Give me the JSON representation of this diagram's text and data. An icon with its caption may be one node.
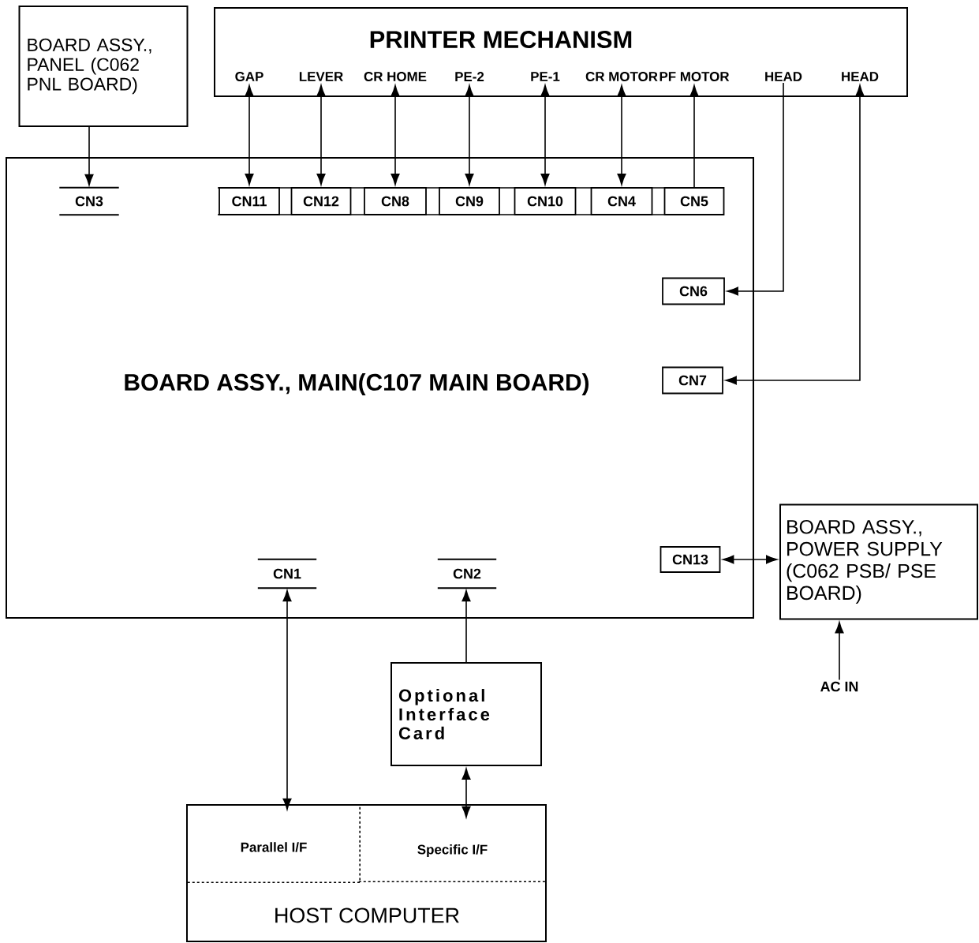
{
  "diagram": {
    "nodes": [
      {
        "text": [
          "BOARD ASSY., PANEL (C062 PNL BOARD)"
        ]
      },
      {
        "text": [
          "PRINTER MECHANISM"
        ]
      },
      {
        "text": [
          "GAP"
        ],
        "in": 1
      },
      {
        "text": [
          "LEVER"
        ],
        "in": 1
      },
      {
        "text": [
          "CR HOME"
        ],
        "in": 1
      },
      {
        "text": [
          "PE-2"
        ],
        "in": 1
      },
      {
        "text": [
          "PE-1"
        ],
        "in": 1
      },
      {
        "text": [
          "CR MOTOR"
        ],
        "in": 1
      },
      {
        "text": [
          "PF MOTOR"
        ],
        "in": 1
      },
      {
        "text": [
          "HEAD"
        ],
        "in": 1
      },
      {
        "text": [
          "HEAD"
        ],
        "in": 1
      },
      {
        "text": [
          "BOARD ASSY., MAIN(C107 MAIN BOARD)"
        ]
      },
      {
        "text": [
          "CN3"
        ],
        "in": 11
      },
      {
        "text": [
          "CN11"
        ],
        "in": 11
      },
      {
        "text": [
          "CN12"
        ],
        "in": 11
      },
      {
        "text": [
          "CN8"
        ],
        "in": 11
      },
      {
        "text": [
          "CN9"
        ],
        "in": 11
      },
      {
        "text": [
          "CN10"
        ],
        "in": 11
      },
      {
        "text": [
          "CN4"
        ],
        "in": 11
      },
      {
        "text": [
          "CN5"
        ],
        "in": 11
      },
      {
        "text": [
          "CN6"
        ],
        "in": 11
      },
      {
        "text": [
          "CN7"
        ],
        "in": 11
      },
      {
        "text": [
          "CN13"
        ],
        "in": 11
      },
      {
        "text": [
          "CN1"
        ],
        "in": 11
      },
      {
        "text": [
          "CN2"
        ],
        "in": 11
      },
      {
        "text": [
          "BOARD ASSY., POWER SUPPLY (C062 PSB/ PSE BOARD)"
        ]
      },
      {
        "text": [
          "AC IN"
        ]
      },
      {
        "text": [
          "Optional Interface Card"
        ]
      },
      {
        "text": [
          "HOST COMPUTER"
        ]
      },
      {
        "text": [
          "Parallel I/F"
        ],
        "in": 28
      },
      {
        "text": [
          "Specific I/F"
        ],
        "in": 28
      }
    ],
    "edges": [
      {
        "from": 0,
        "to": 12,
        "arrow": "to"
      },
      {
        "from": 2,
        "to": 13,
        "arrow": "both"
      },
      {
        "from": 3,
        "to": 14,
        "arrow": "both"
      },
      {
        "from": 4,
        "to": 15,
        "arrow": "both"
      },
      {
        "from": 5,
        "to": 16,
        "arrow": "both"
      },
      {
        "from": 6,
        "to": 17,
        "arrow": "both"
      },
      {
        "from": 7,
        "to": 18,
        "arrow": "both"
      },
      {
        "from": 19,
        "to": 8,
        "arrow": "to"
      },
      {
        "from": 9,
        "to": 20,
        "arrow": "to"
      },
      {
        "from": 10,
        "to": 21,
        "arrow": "both"
      },
      {
        "from": 22,
        "to": 25,
        "arrow": "both"
      },
      {
        "from": 26,
        "to": 25,
        "arrow": "to"
      },
      {
        "from": 23,
        "to": 29,
        "arrow": "both"
      },
      {
        "from": 27,
        "to": 24,
        "arrow": "to"
      },
      {
        "from": 27,
        "to": 30,
        "arrow": "both"
      }
    ]
  }
}
